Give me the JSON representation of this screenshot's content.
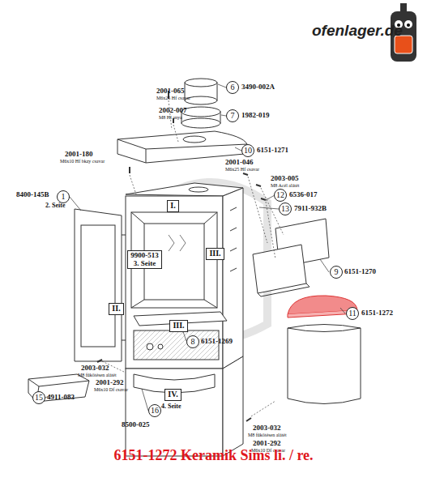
{
  "diagram": {
    "caption": "6151-1272 Keramik Sims li. / re.",
    "nodes": [
      {
        "text": [
          "6"
        ]
      },
      {
        "text": [
          "7"
        ]
      },
      {
        "text": [
          "10"
        ]
      },
      {
        "text": [
          "I."
        ]
      },
      {
        "text": [
          "1"
        ]
      },
      {
        "text": [
          "12"
        ]
      },
      {
        "text": [
          "13"
        ]
      },
      {
        "text": [
          "9900-513",
          "3. Seite"
        ]
      },
      {
        "text": [
          "III."
        ]
      },
      {
        "text": [
          "9"
        ]
      },
      {
        "text": [
          "11"
        ]
      },
      {
        "text": [
          "II."
        ]
      },
      {
        "text": [
          "III."
        ]
      },
      {
        "text": [
          "8"
        ]
      },
      {
        "text": [
          "IV."
        ]
      },
      {
        "text": [
          "15"
        ]
      },
      {
        "text": [
          "16"
        ]
      }
    ],
    "labels": [
      "ofenlager.de",
      "2001-065",
      "M6x25 Hf csavar",
      "3490-002A",
      "2002-007",
      "M8 Hl anya",
      "1982-019",
      "6151-1271",
      "2001-180",
      "M6x10 Hf bkzy csavar",
      "2001-046",
      "M6x25 Hf csavar",
      "2003-005",
      "M8 Acél alátét",
      "8400-145B",
      "6536-017",
      "2. Seite",
      "7911-932B",
      "6151-1270",
      "6151-1272",
      "6151-1269",
      "2003-032",
      "M8 fűkötésen alátét",
      "2001-292",
      "M6x10 Df csavar",
      "4911-083",
      "8500-025",
      "4. Seite",
      "2003-032",
      "M8 fűkötésen alátét",
      "2001-292",
      "M6x10 Df csavar"
    ]
  }
}
